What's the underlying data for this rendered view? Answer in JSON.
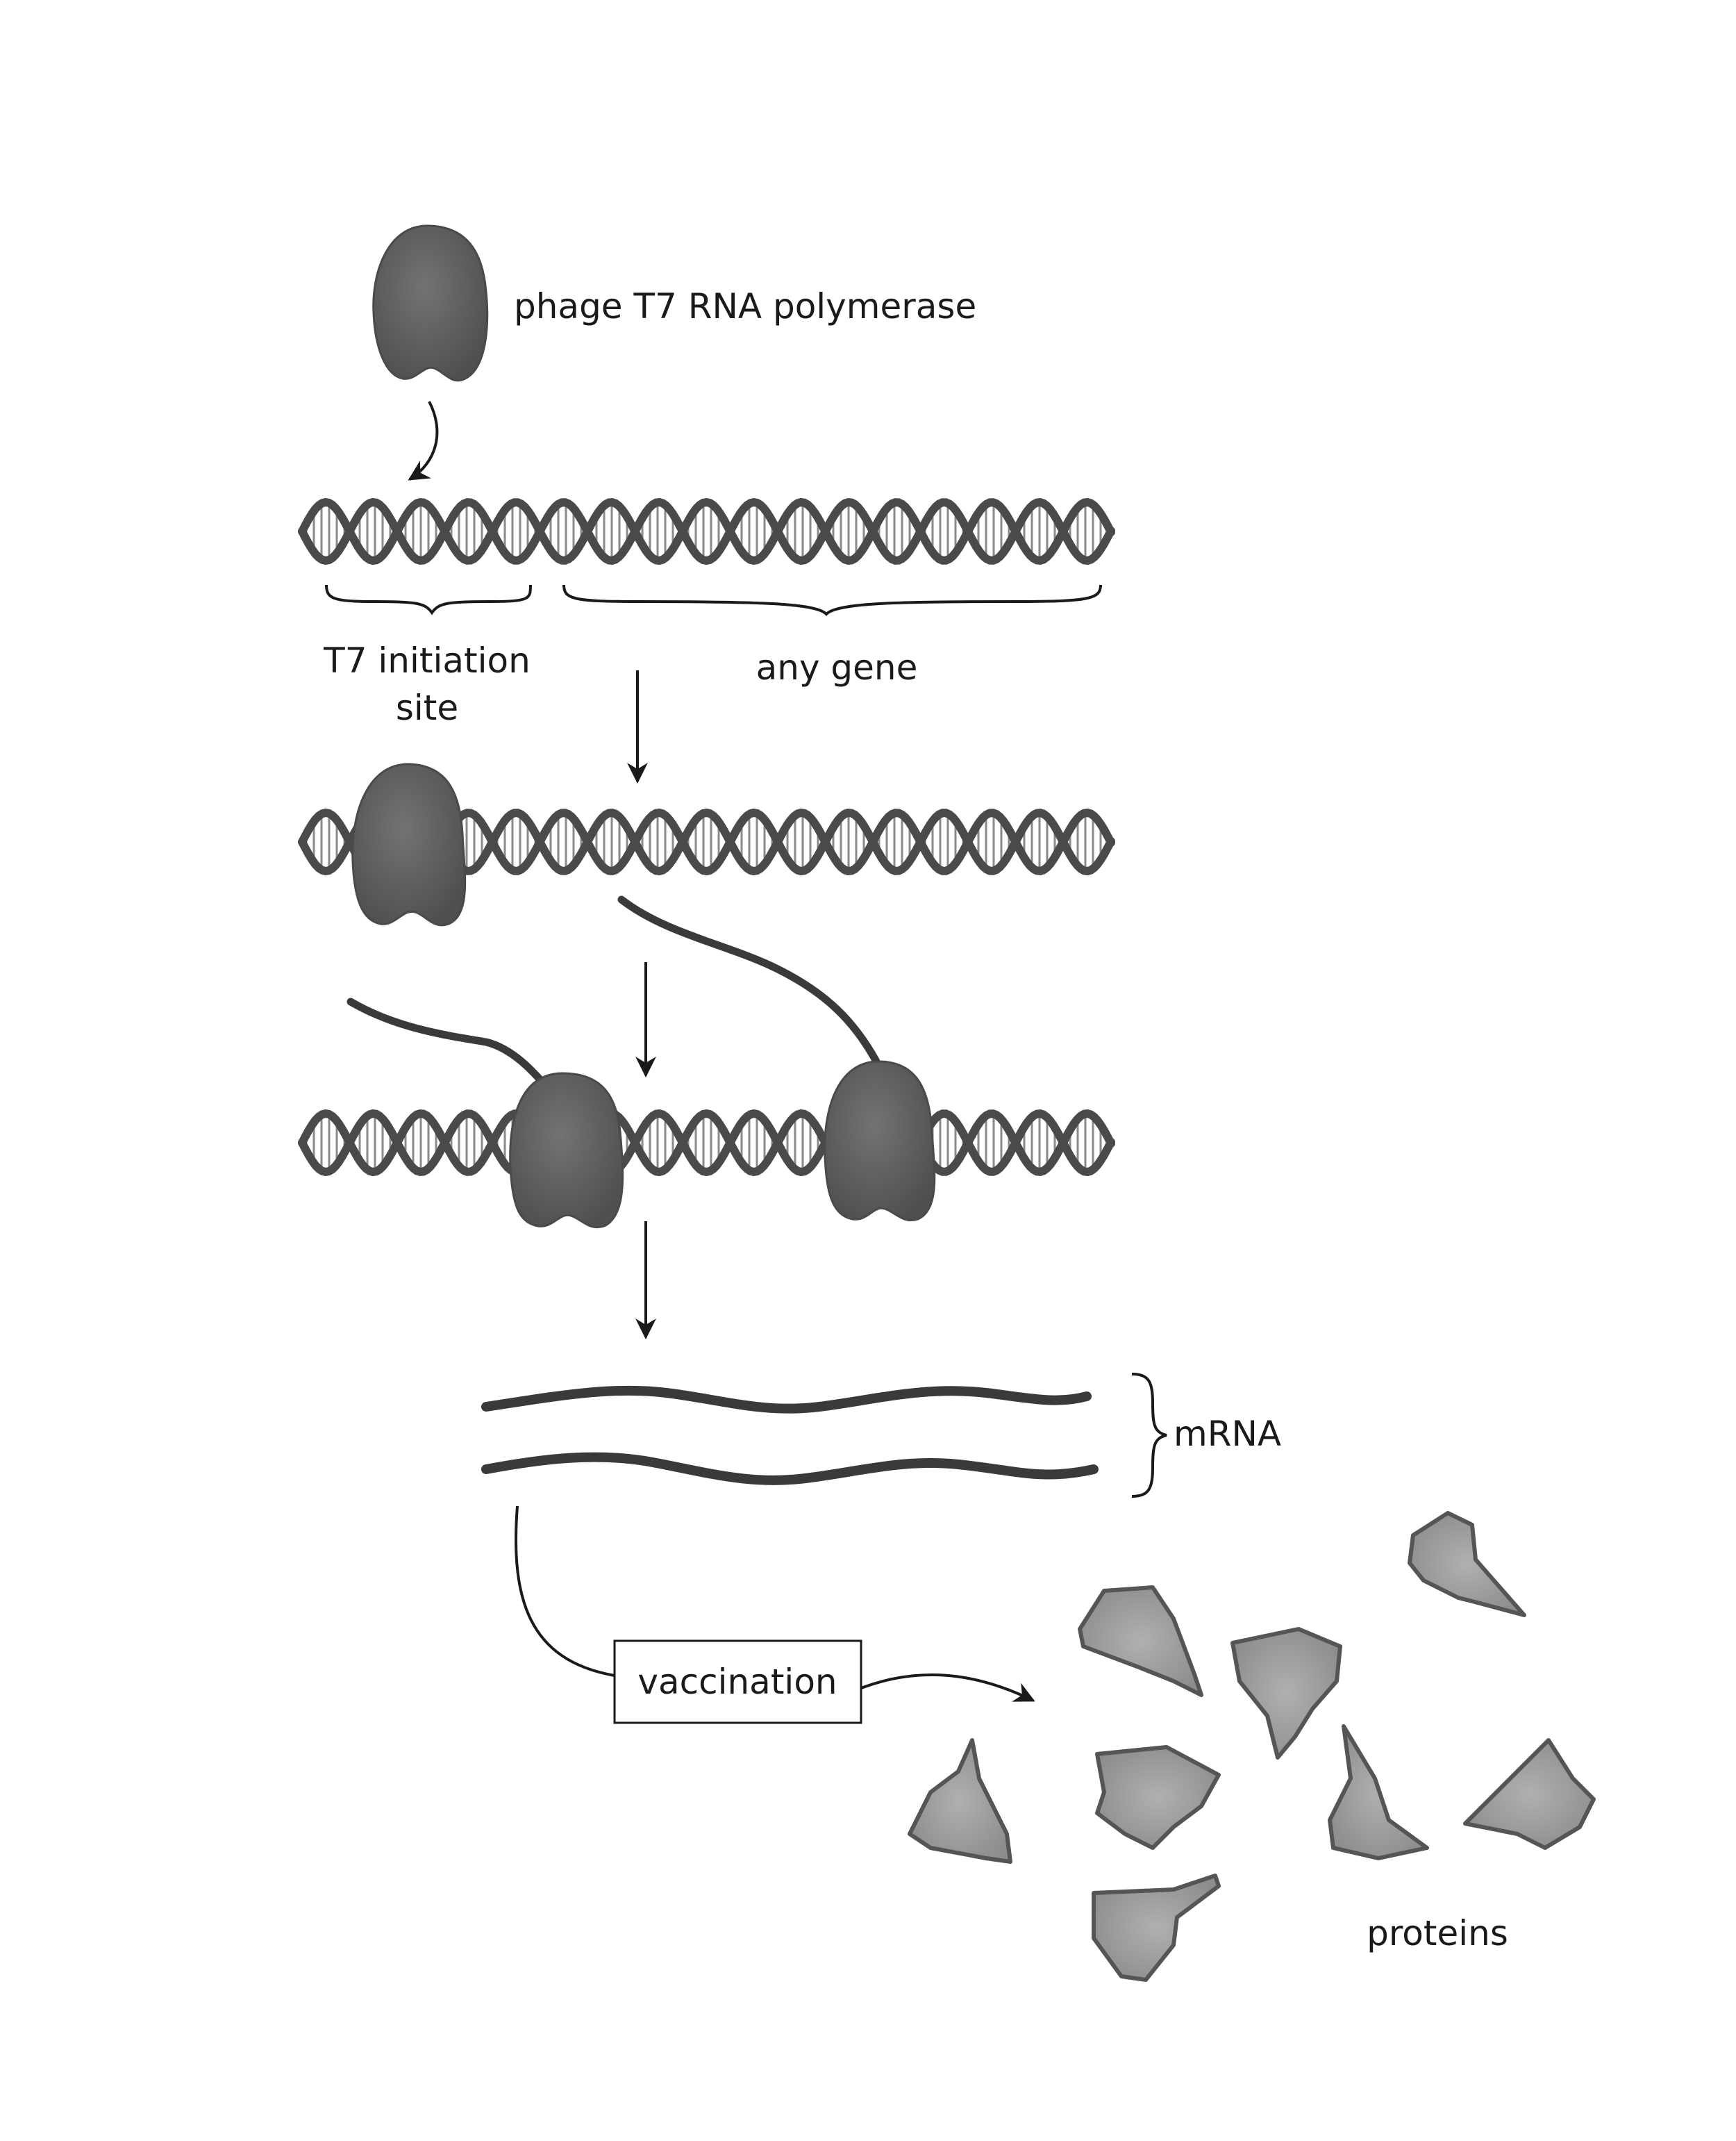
{
  "labels": {
    "polymerase": "phage T7 RNA polymerase",
    "initiation_line1": "T7 initiation",
    "initiation_line2": "site",
    "gene": "any gene",
    "mrna": "mRNA",
    "vaccination": "vaccination",
    "proteins": "proteins"
  },
  "colors": {
    "background": "#ffffff",
    "ink": "#1a1a1a",
    "polymerase": "#5f5f5f",
    "dna_strand": "#4a4a4a",
    "mrna": "#3a3a3a",
    "protein_fill": "#9a9a9a",
    "protein_edge": "#555555"
  }
}
